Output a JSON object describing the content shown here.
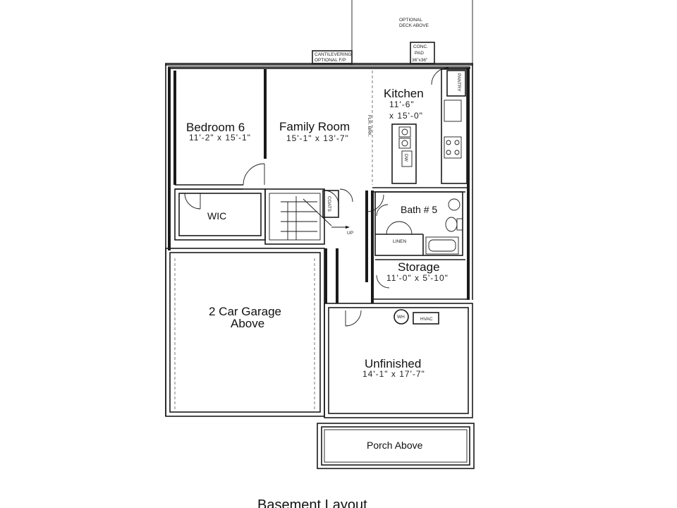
{
  "title": "Basement Layout",
  "notes": {
    "deck": [
      "OPTIONAL",
      "DECK ABOVE"
    ],
    "pad": [
      "CONC.",
      "PAD",
      "36\"x36\""
    ],
    "fireplace": [
      "CANTILEVERING",
      "OPTIONAL F/P"
    ],
    "pantry": "PANTRY",
    "flr_brk": "FLR. BRK.",
    "dw": "DW",
    "coats": "COATS",
    "up": "UP",
    "linen": "LINEN",
    "wh": "WH",
    "hvac": "HVAC"
  },
  "rooms": {
    "bedroom6": {
      "name": "Bedroom 6",
      "dims": "11'-2\"  x  15'-1\""
    },
    "family_room": {
      "name": "Family Room",
      "dims": "15'-1\"  x  13'-7\""
    },
    "kitchen": {
      "name": "Kitchen",
      "dims1": "11'-6\"",
      "dims2": "x  15'-0\""
    },
    "wic": {
      "name": "WIC"
    },
    "bath5": {
      "name": "Bath # 5"
    },
    "storage": {
      "name": "Storage",
      "dims": "11'-0\"  x  5'-10\""
    },
    "garage": {
      "line1": "2 Car Garage",
      "line2": "Above"
    },
    "unfinished": {
      "name": "Unfinished",
      "dims": "14'-1\"  x  17'-7\""
    },
    "porch": {
      "name": "Porch Above"
    }
  }
}
